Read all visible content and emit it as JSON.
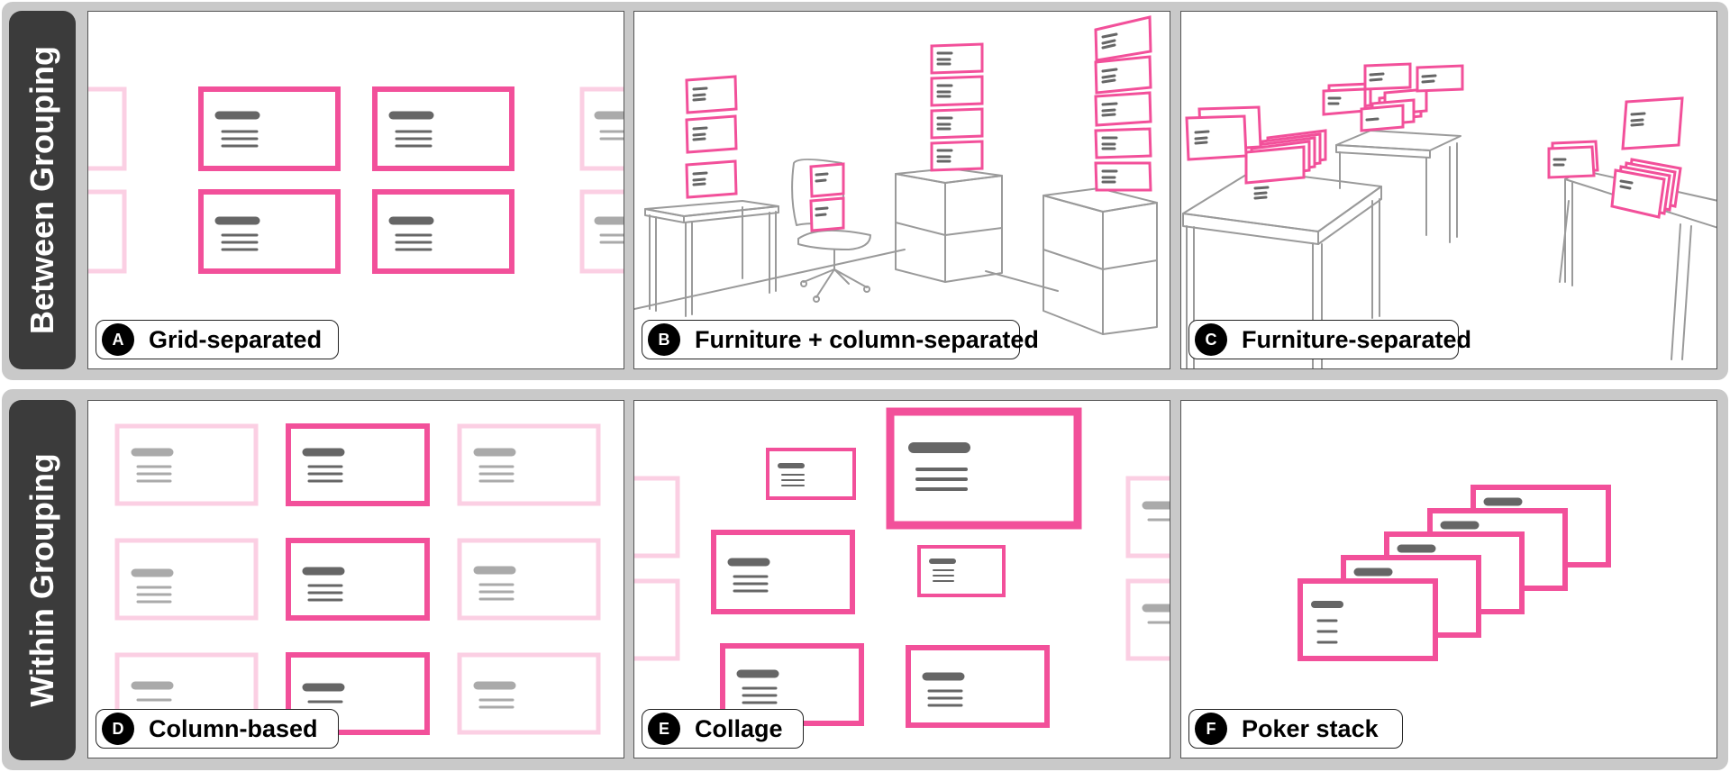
{
  "groups": {
    "between": "Between Grouping",
    "within": "Within Grouping"
  },
  "panels": [
    {
      "letter": "A",
      "caption": "Grid-separated"
    },
    {
      "letter": "B",
      "caption": "Furniture + column-separated"
    },
    {
      "letter": "C",
      "caption": "Furniture-separated"
    },
    {
      "letter": "D",
      "caption": "Column-based"
    },
    {
      "letter": "E",
      "caption": "Collage"
    },
    {
      "letter": "F",
      "caption": "Poker stack"
    }
  ],
  "colors": {
    "accent": "#f2509a",
    "accent_faded": "#fbcfe3",
    "text_bar_dark": "#666666",
    "text_bar_light": "#aaaaaa",
    "furniture_line": "#9a9a9a",
    "label_background": "#3b3b3b"
  }
}
